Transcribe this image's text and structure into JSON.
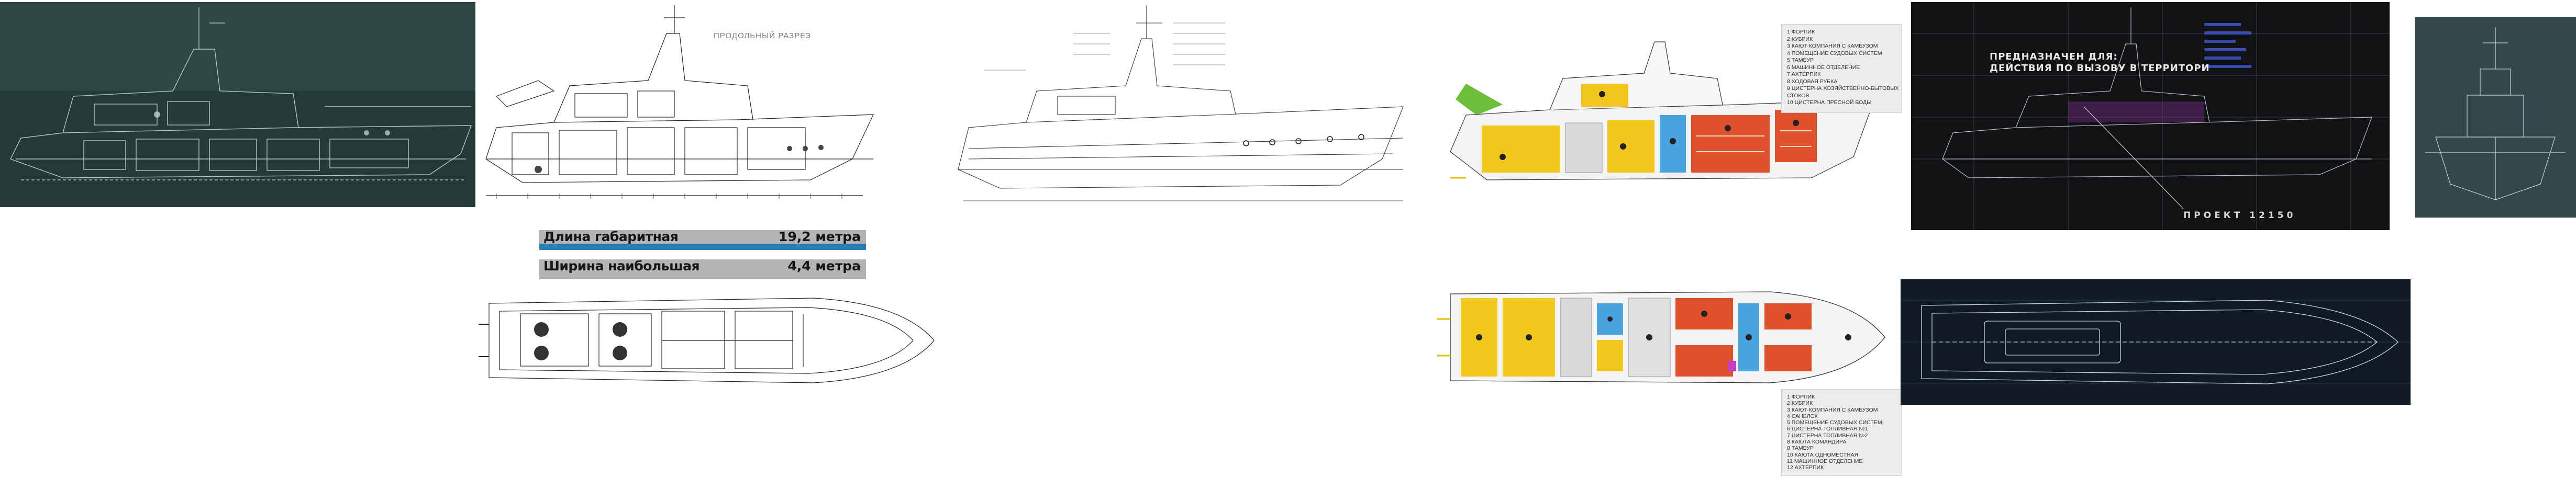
{
  "section_drawing": {
    "title": "ПРОДОЛЬНЫЙ РАЗРЕЗ"
  },
  "specs": [
    {
      "label": "Длина габаритная",
      "value": "19,2 метра",
      "level": 1.0
    },
    {
      "label": "Ширина наибольшая",
      "value": "4,4 метра",
      "level": 0.0
    }
  ],
  "legend_top": [
    "1  ФОРПИК",
    "2  КУБРИК",
    "3  КАЮТ-КОМПАНИЯ С КАМБУЗОМ",
    "4  ПОМЕЩЕНИЕ СУДОВЫХ СИСТЕМ",
    "5  ТАМБУР",
    "6  МАШИННОЕ ОТДЕЛЕНИЕ",
    "7  АХТЕРПИК",
    "8  ХОДОВАЯ РУБКА",
    "9  ЦИСТЕРНА ХОЗЯЙСТВЕННО-БЫТОВЫХ",
    "    СТОКОВ",
    "10 ЦИСТЕРНА ПРЕСНОЙ ВОДЫ"
  ],
  "legend_bottom": [
    "1  ФОРПИК",
    "2  КУБРИК",
    "3  КАЮТ-КОМПАНИЯ С КАМБУЗОМ",
    "4  САНБЛОК",
    "5  ПОМЕЩЕНИЕ СУДОВЫХ СИСТЕМ",
    "6  ЦИСТЕРНА ТОПЛИВНАЯ №1",
    "7  ЦИСТЕРНА ТОПЛИВНАЯ №2",
    "8  КАЮТА КОМАНДИРА",
    "9  ТАМБУР",
    "10 КАЮТА ОДНОМЕСТНАЯ",
    "11 МАШИННОЕ ОТДЕЛЕНИЕ",
    "12 АХТЕРПИК"
  ],
  "project_panel": {
    "title_line1": "ПРЕДНАЗНАЧЕН ДЛЯ:",
    "title_line2": "ДЕЙСТВИЯ ПО ВЫЗОВУ В ТЕРРИТОРИ",
    "project_label": "ПРОЕКТ 12150"
  },
  "colors": {
    "night_bg": "#243a38",
    "deck_yellow": "#f2c81e",
    "cabin_red": "#e0502a",
    "tank_blue": "#4aa3df",
    "engine_green": "#6bbf3a",
    "stat_bar": "#2d80b4",
    "legend_bg": "#ececec"
  },
  "icons": [
    "ship-silhouette-icon",
    "propeller-icon",
    "engine-icon"
  ]
}
